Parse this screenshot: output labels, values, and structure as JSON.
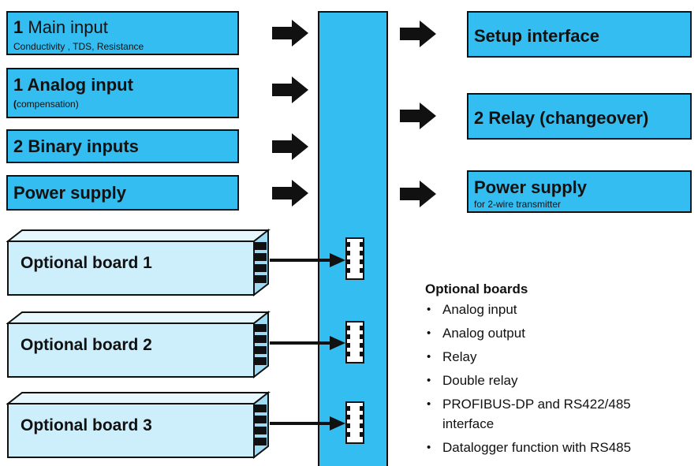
{
  "inputs": {
    "main_input": {
      "number": "1",
      "title": "Main input",
      "subtitle": "Conductivity  , TDS, Resistance"
    },
    "analog_input": {
      "title": "1 Analog input",
      "subtitle_bracket": "(",
      "subtitle": "compensation)"
    },
    "binary_inputs": {
      "title": "2 Binary inputs"
    },
    "power_supply": {
      "title": "Power supply"
    }
  },
  "outputs": {
    "setup_interface": {
      "title": "Setup interface"
    },
    "relay": {
      "title": "2 Relay (changeover)"
    },
    "power_supply_out": {
      "title": "Power supply",
      "subtitle": "for 2-wire transmitter"
    }
  },
  "boards": [
    {
      "label": "Optional board 1"
    },
    {
      "label": "Optional board 2"
    },
    {
      "label": "Optional board 3"
    }
  ],
  "optional_boards": {
    "title": "Optional boards",
    "items": [
      "Analog input",
      "Analog output",
      "Relay",
      "Double relay",
      "PROFIBUS-DP and RS422/485 interface",
      "Datalogger function with RS485"
    ]
  },
  "colors": {
    "box": "#33bdf0",
    "board": "#cdeefb",
    "outline": "#111111"
  }
}
